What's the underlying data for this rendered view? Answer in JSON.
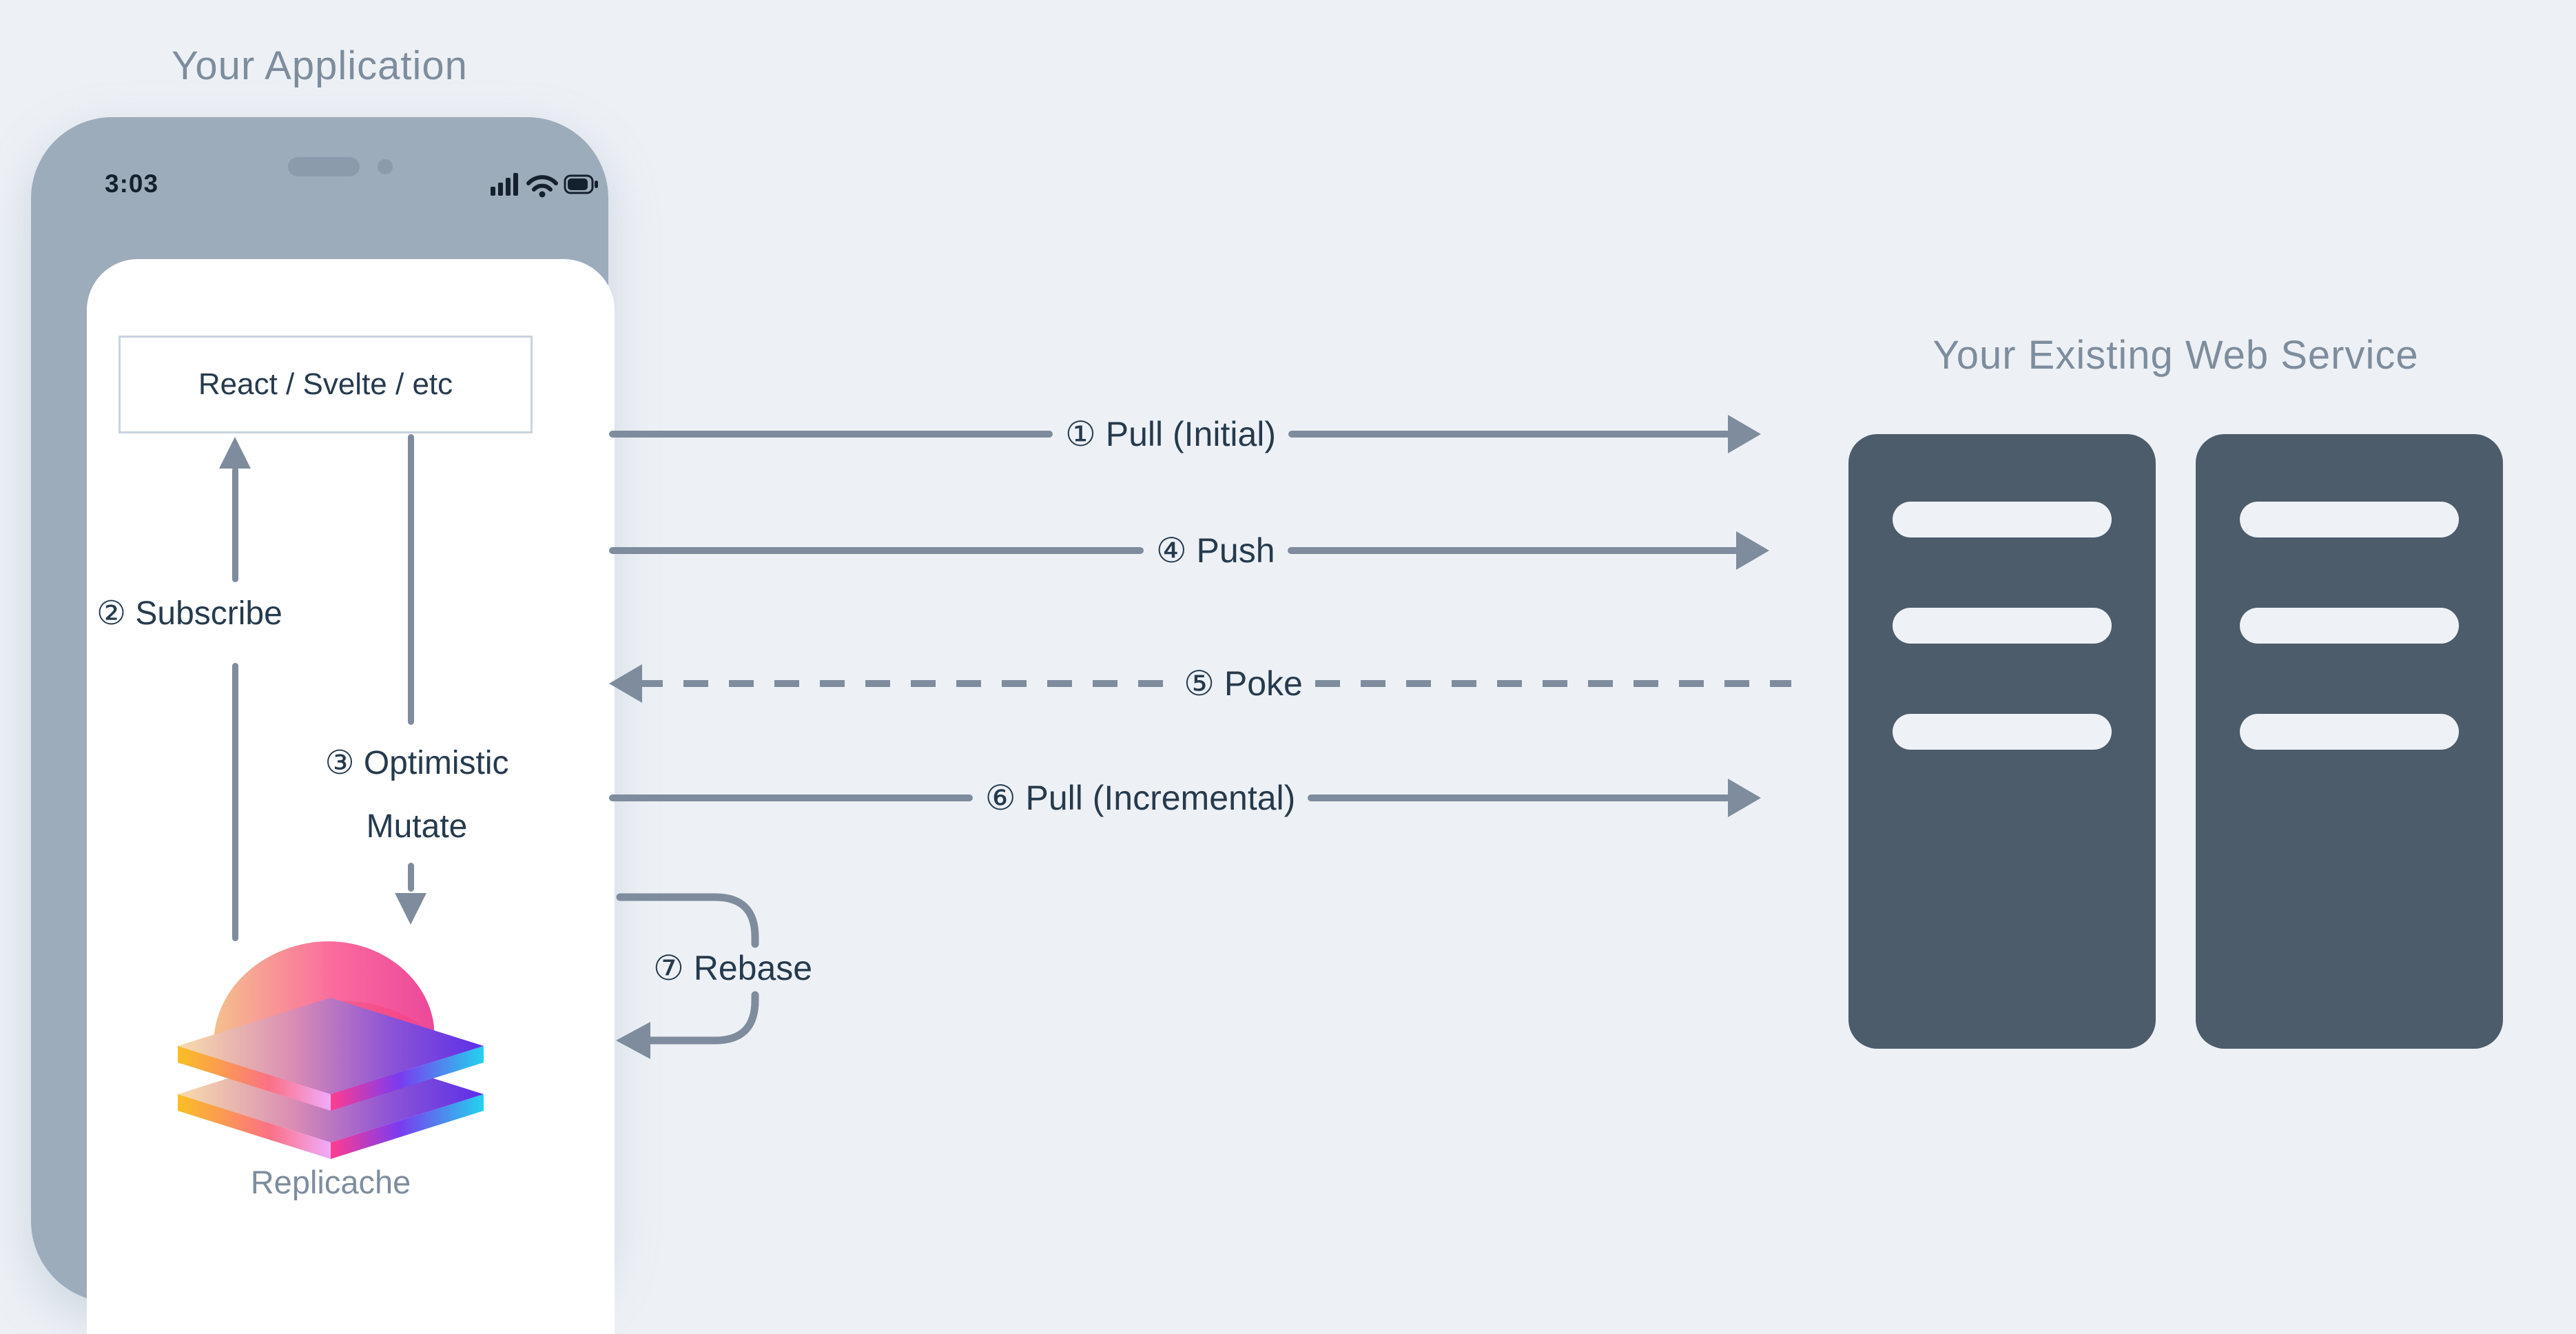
{
  "application": {
    "title": "Your Application",
    "phone": {
      "status_time": "3:03",
      "status_icons": [
        "cellular-signal-icon",
        "wifi-icon",
        "battery-icon"
      ]
    },
    "framework_box": "React / Svelte / etc",
    "logo_label": "Replicache"
  },
  "web_service": {
    "title": "Your Existing Web Service",
    "server_count": 2,
    "slots_per_server": 3
  },
  "flows": {
    "pull_initial": {
      "number": "①",
      "label": "Pull (Initial)",
      "display": "① Pull (Initial)",
      "line_style": "solid",
      "direction": "to-service"
    },
    "subscribe": {
      "number": "②",
      "label": "Subscribe",
      "display": "② Subscribe",
      "direction": "up"
    },
    "optimistic_mutate": {
      "number": "③",
      "label": "Optimistic Mutate",
      "display_line1": "③ Optimistic",
      "display_line2": "Mutate",
      "direction": "down"
    },
    "push": {
      "number": "④",
      "label": "Push",
      "display": "④ Push",
      "line_style": "solid",
      "direction": "to-service"
    },
    "poke": {
      "number": "⑤",
      "label": "Poke",
      "display": "⑤ Poke",
      "line_style": "dashed",
      "direction": "to-app"
    },
    "pull_incremental": {
      "number": "⑥",
      "label": "Pull (Incremental)",
      "display": "⑥ Pull (Incremental)",
      "line_style": "solid",
      "direction": "to-service"
    },
    "rebase": {
      "number": "⑦",
      "label": "Rebase",
      "display": "⑦ Rebase",
      "line_style": "loop"
    }
  },
  "colors": {
    "background": "#edf1f6",
    "phone_frame": "#9dacbb",
    "arrow_line": "#7e8c9d",
    "dark_text": "#263a4d",
    "muted_title": "#7e8d9d",
    "server_fill": "#4d5c6b",
    "logo_pink": "#ec4899",
    "logo_purple": "#7c3aed",
    "logo_cyan": "#22d3ee",
    "logo_orange": "#f5b98a"
  }
}
